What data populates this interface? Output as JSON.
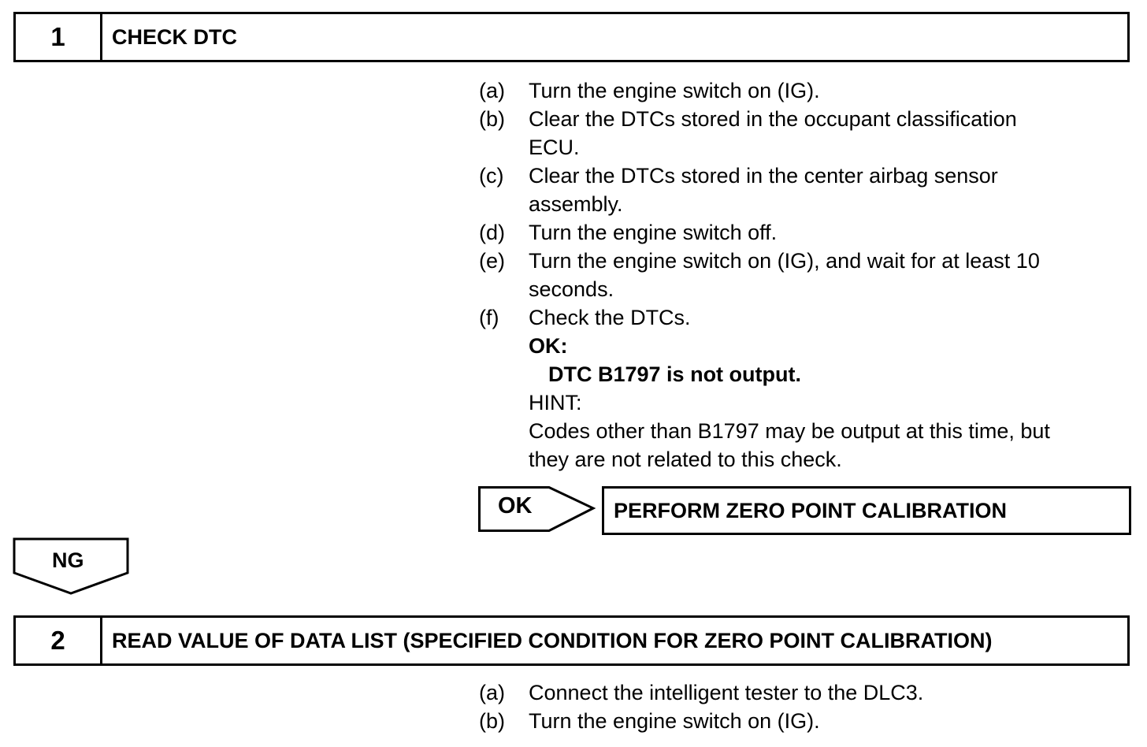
{
  "step1": {
    "number": "1",
    "title": "CHECK DTC",
    "items": [
      {
        "label": "(a)",
        "text": "Turn the engine switch on (IG)."
      },
      {
        "label": "(b)",
        "text": "Clear the DTCs stored in the occupant classification",
        "cont": "ECU."
      },
      {
        "label": "(c)",
        "text": "Clear the DTCs stored in the center airbag sensor",
        "cont": "assembly."
      },
      {
        "label": "(d)",
        "text": "Turn the engine switch off."
      },
      {
        "label": "(e)",
        "text": "Turn the engine switch on (IG), and wait for at least 10",
        "cont": "seconds."
      },
      {
        "label": "(f)",
        "text": "Check the DTCs."
      }
    ],
    "ok_heading": "OK:",
    "ok_spec": "DTC B1797 is not output.",
    "hint_label": "HINT:",
    "hint_line1": "Codes other than B1797 may be output at this time, but",
    "hint_line2": "they are not related to this check."
  },
  "ok_branch": {
    "label": "OK",
    "action": "PERFORM ZERO POINT CALIBRATION"
  },
  "ng_branch": {
    "label": "NG"
  },
  "step2": {
    "number": "2",
    "title": "READ VALUE OF DATA LIST (SPECIFIED CONDITION FOR ZERO POINT CALIBRATION)",
    "items": [
      {
        "label": "(a)",
        "text": "Connect the intelligent tester to the DLC3."
      },
      {
        "label": "(b)",
        "text": "Turn the engine switch on (IG)."
      }
    ]
  }
}
